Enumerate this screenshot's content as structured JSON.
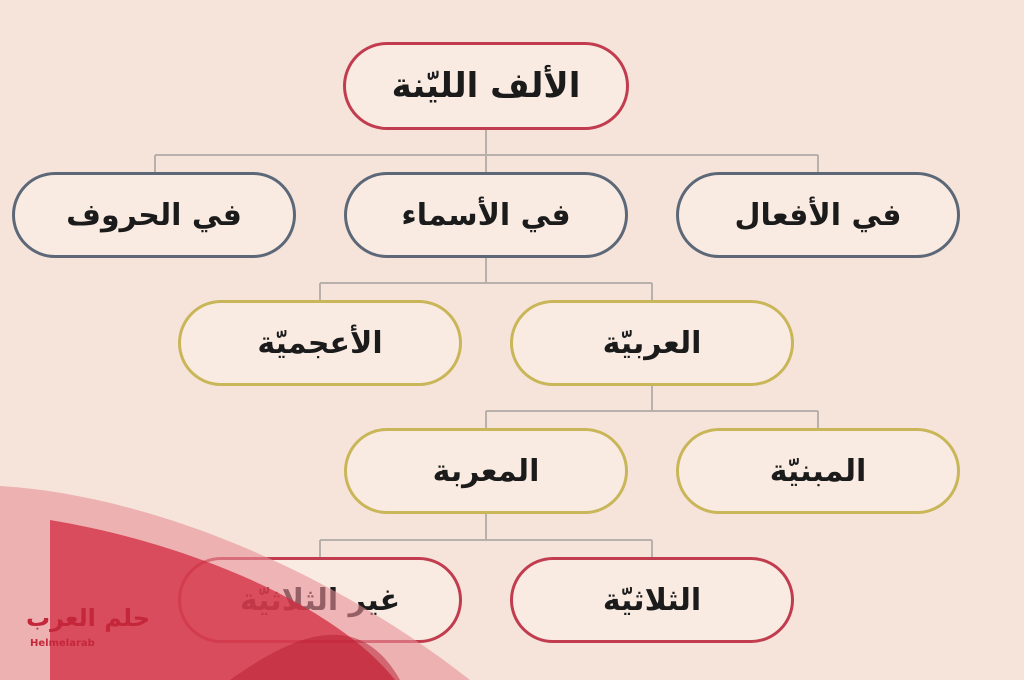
{
  "diagram": {
    "root": "الألف الليّنة",
    "level1": [
      "في الأفعال",
      "في الأسماء",
      "في الحروف"
    ],
    "level2": [
      "العربيّة",
      "الأعجميّة"
    ],
    "level3": [
      "المبنيّة",
      "المعربة"
    ],
    "level4": [
      "الثلاثيّة",
      "غير الثلاثيّة"
    ]
  },
  "watermark": {
    "logo_ar": "حلم العرب",
    "logo_en": "Helmelarab"
  },
  "colors": {
    "background": "#f6e4da",
    "red": "#c13c4e",
    "slate": "#5c6878",
    "gold": "#c9b659",
    "connector": "#b8b0aa"
  }
}
